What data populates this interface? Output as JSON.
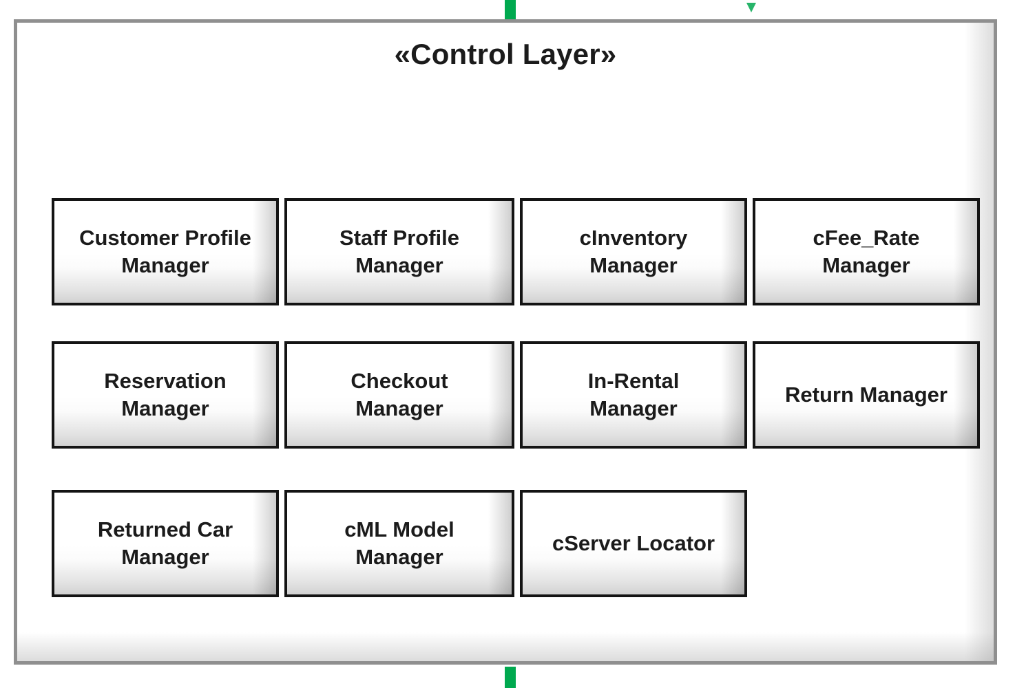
{
  "diagram": {
    "title": "«Control Layer»",
    "frame_border_color": "#8f8f8f",
    "box_border_color": "#141414",
    "connector_color": "#00a94f",
    "rows": [
      {
        "name": "row-1",
        "boxes": [
          {
            "label": "Customer Profile\nManager"
          },
          {
            "label": "Staff Profile\nManager"
          },
          {
            "label": "cInventory\nManager"
          },
          {
            "label": "cFee_Rate\nManager"
          }
        ]
      },
      {
        "name": "row-2",
        "boxes": [
          {
            "label": "Reservation\nManager"
          },
          {
            "label": "Checkout\nManager"
          },
          {
            "label": "In-Rental\nManager"
          },
          {
            "label": "Return Manager"
          }
        ]
      },
      {
        "name": "row-3",
        "boxes": [
          {
            "label": "Returned Car\nManager"
          },
          {
            "label": "cML Model\nManager"
          },
          {
            "label": "cServer Locator"
          }
        ]
      }
    ],
    "connectors": [
      {
        "name": "connector-top",
        "kind": "port-stub"
      },
      {
        "name": "connector-bottom",
        "kind": "port-stub"
      },
      {
        "name": "connector-arrow",
        "kind": "arrow-head"
      }
    ]
  }
}
